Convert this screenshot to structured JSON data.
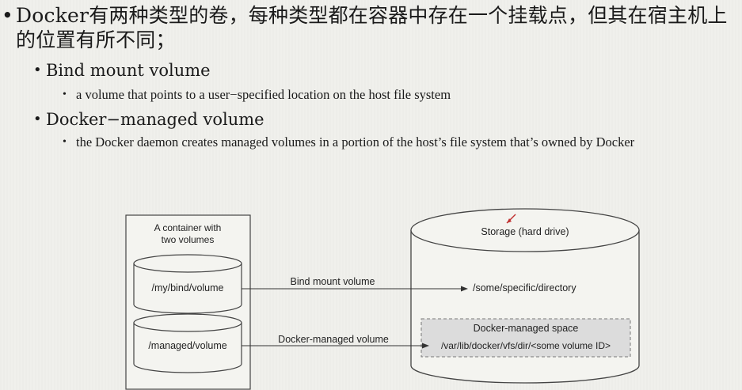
{
  "bullets": {
    "main": "Docker有两种类型的卷，每种类型都在容器中存在一个挂载点，但其在宿主机上的位置有所不同；",
    "bind_title": "Bind mount volume",
    "bind_desc": "a volume that points to a user−specified location on the host file system",
    "managed_title": "Docker−managed volume",
    "managed_desc": "the Docker daemon creates managed volumes in a portion of the host’s file system that’s owned by Docker"
  },
  "diagram": {
    "container_title_line1": "A container with",
    "container_title_line2": "two volumes",
    "vol_bind": "/my/bind/volume",
    "vol_managed": "/managed/volume",
    "arrow_bind": "Bind mount volume",
    "arrow_managed": "Docker-managed volume",
    "storage_label": "Storage (hard drive)",
    "specific_dir": "/some/specific/directory",
    "managed_space": "Docker-managed space",
    "managed_path": "/var/lib/docker/vfs/dir/<some volume ID>"
  },
  "colors": {
    "background": "#f0f0ec",
    "dashed_box_fill": "#dcdcdc"
  }
}
